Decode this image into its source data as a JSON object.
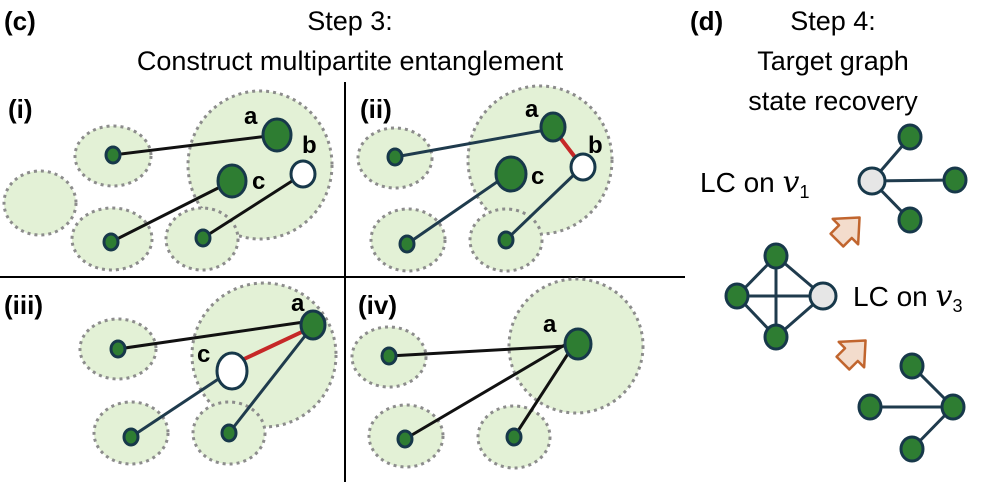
{
  "panel_c": {
    "label": "(c)",
    "title_line1": "Step 3:",
    "title_line2": "Construct multipartite entanglement",
    "subpanels": {
      "i": {
        "label": "(i)",
        "node_a": "a",
        "node_b": "b",
        "node_c": "c"
      },
      "ii": {
        "label": "(ii)",
        "node_a": "a",
        "node_b": "b",
        "node_c": "c"
      },
      "iii": {
        "label": "(iii)",
        "node_a": "a",
        "node_c": "c"
      },
      "iv": {
        "label": "(iv)",
        "node_a": "a"
      }
    }
  },
  "panel_d": {
    "label": "(d)",
    "title_line1": "Step 4:",
    "title_line2": "Target graph",
    "title_line3": "state recovery",
    "lc_v1": {
      "prefix": "LC on ",
      "var": "v",
      "sub": "1"
    },
    "lc_v3": {
      "prefix": "LC on ",
      "var": "v",
      "sub": "3"
    }
  },
  "colors": {
    "node_green": "#2e7d32",
    "node_outline": "#17384a",
    "cluster_fill": "#e3f1d6",
    "cluster_border": "#8c8c8c",
    "red_edge": "#c62828",
    "arrow_fill": "#f3dccc",
    "arrow_stroke": "#c1652e",
    "gray_node": "#e6e6e6"
  }
}
